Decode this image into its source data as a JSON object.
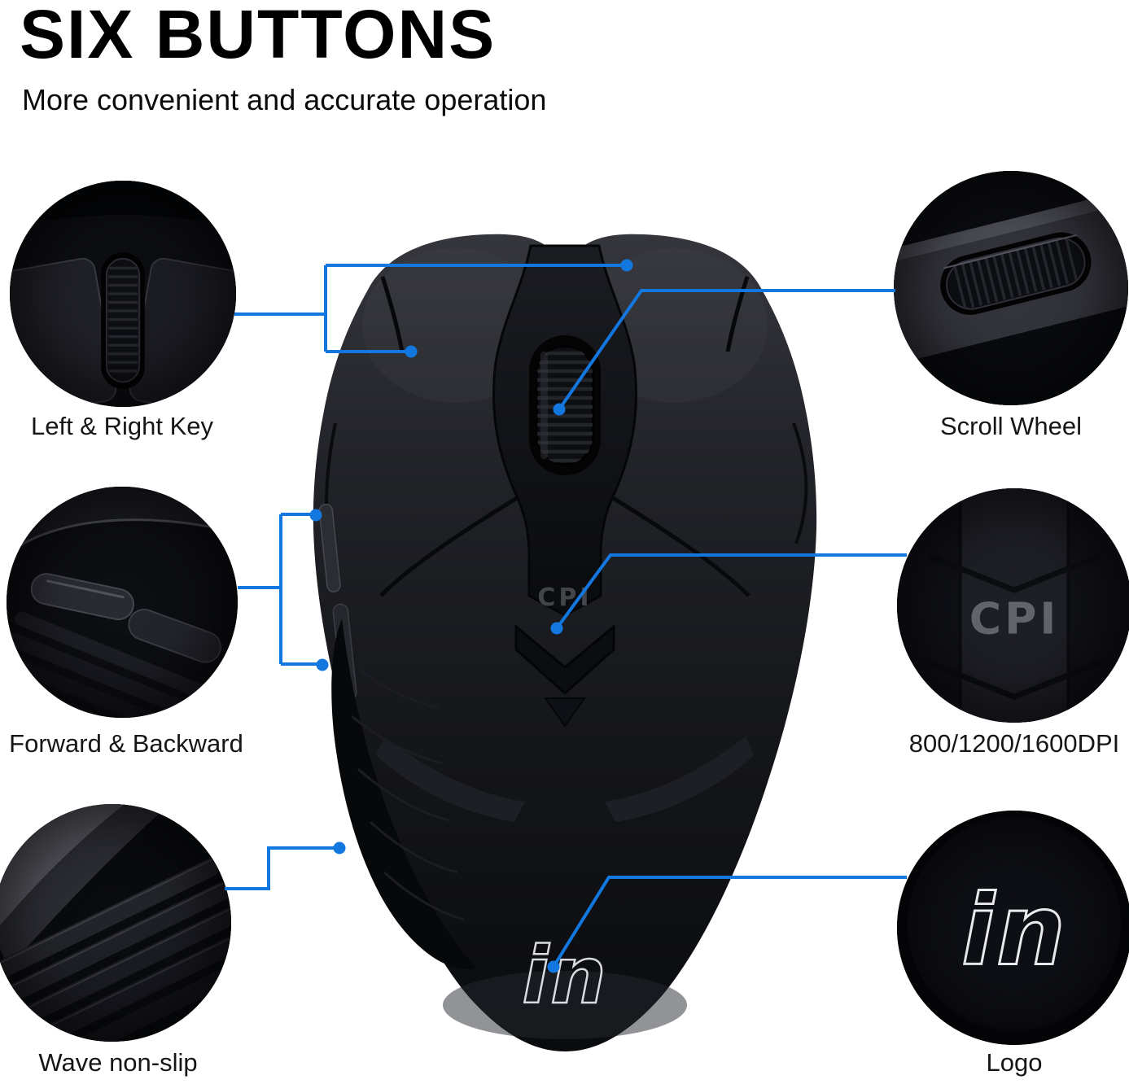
{
  "accent_color": "#1377e0",
  "header": {
    "title": "SIX BUTTONS",
    "subtitle": "More convenient and accurate operation"
  },
  "callouts": [
    {
      "id": "left-right-key",
      "label": "Left & Right Key"
    },
    {
      "id": "forward-backward",
      "label": "Forward & Backward"
    },
    {
      "id": "wave-non-slip",
      "label": "Wave non-slip"
    },
    {
      "id": "scroll-wheel",
      "label": "Scroll Wheel"
    },
    {
      "id": "dpi",
      "label": "800/1200/1600DPI"
    },
    {
      "id": "logo",
      "label": "Logo"
    }
  ],
  "mouse": {
    "cpi_button_label": "CPI",
    "logo_text": "in"
  }
}
